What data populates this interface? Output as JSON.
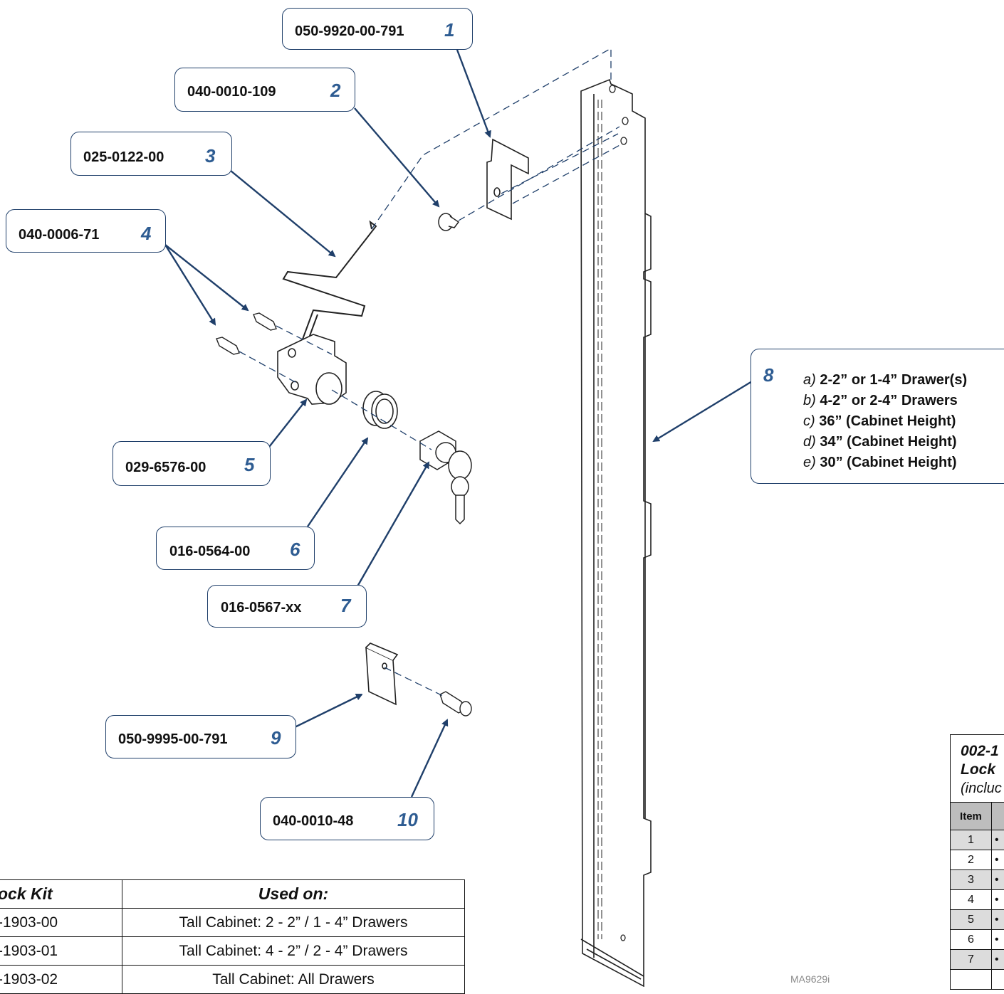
{
  "callouts": [
    {
      "part": "050-9920-00-791",
      "num": "1"
    },
    {
      "part": "040-0010-109",
      "num": "2"
    },
    {
      "part": "025-0122-00",
      "num": "3"
    },
    {
      "part": "040-0006-71",
      "num": "4"
    },
    {
      "part": "029-6576-00",
      "num": "5"
    },
    {
      "part": "016-0564-00",
      "num": "6"
    },
    {
      "part": "016-0567-xx",
      "num": "7"
    },
    {
      "part": "050-9995-00-791",
      "num": "9"
    },
    {
      "part": "040-0010-48",
      "num": "10"
    }
  ],
  "callout8": {
    "num": "8",
    "items": [
      {
        "opt": "a)",
        "text": "2-2” or 1-4” Drawer(s)"
      },
      {
        "opt": "b)",
        "text": "4-2” or 2-4” Drawers"
      },
      {
        "opt": "c)",
        "text": "36” (Cabinet Height)"
      },
      {
        "opt": "d)",
        "text": "34” (Cabinet Height)"
      },
      {
        "opt": "e)",
        "text": "30” (Cabinet Height)"
      }
    ]
  },
  "kit_table": {
    "headers": [
      "ock Kit",
      "Used on:"
    ],
    "rows": [
      [
        "-1903-00",
        "Tall Cabinet: 2 - 2” / 1 - 4” Drawers"
      ],
      [
        "-1903-01",
        "Tall Cabinet: 4 - 2” / 2 - 4” Drawers"
      ],
      [
        "-1903-02",
        "Tall Cabinet: All Drawers"
      ]
    ]
  },
  "right_table": {
    "title_line1": "002-1",
    "title_line2": "Lock",
    "title_line3": "(incluc",
    "item_header": "Item",
    "items": [
      "1",
      "2",
      "3",
      "4",
      "5",
      "6",
      "7"
    ],
    "mark": "•"
  },
  "drawing_id": "MA9629i",
  "colors": {
    "callout_border": "#1f3f6a",
    "callout_number": "#2e5c92",
    "leader": "#1f3f6a",
    "line_art": "#222222"
  }
}
